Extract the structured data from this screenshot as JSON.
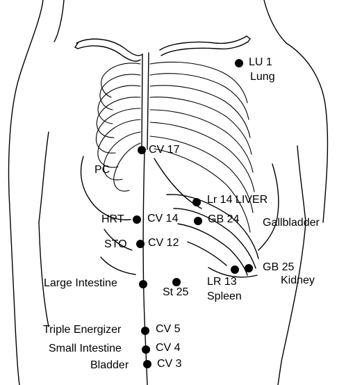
{
  "labels": {
    "lu1": "LU 1",
    "lung": "Lung",
    "cv17": "CV 17",
    "pc": "PC",
    "lr14_liver": "Lr 14 LIVER",
    "hrt": "HRT",
    "cv14": "CV 14",
    "gb24": "GB 24",
    "gallbladder": "Gallbladder",
    "sto": "STO",
    "cv12": "CV 12",
    "gb25": "GB 25",
    "lr13": "LR 13",
    "kidney": "Kidney",
    "large_intestine": "Large Intestine",
    "st25": "St 25",
    "spleen": "Spleen",
    "triple_energizer": "Triple Energizer",
    "cv5": "CV 5",
    "small_intestine": "Small Intestine",
    "cv4": "CV 4",
    "bladder": "Bladder",
    "cv3": "CV 3"
  },
  "colors": {
    "line": "#000000",
    "background": "#ffffff"
  }
}
